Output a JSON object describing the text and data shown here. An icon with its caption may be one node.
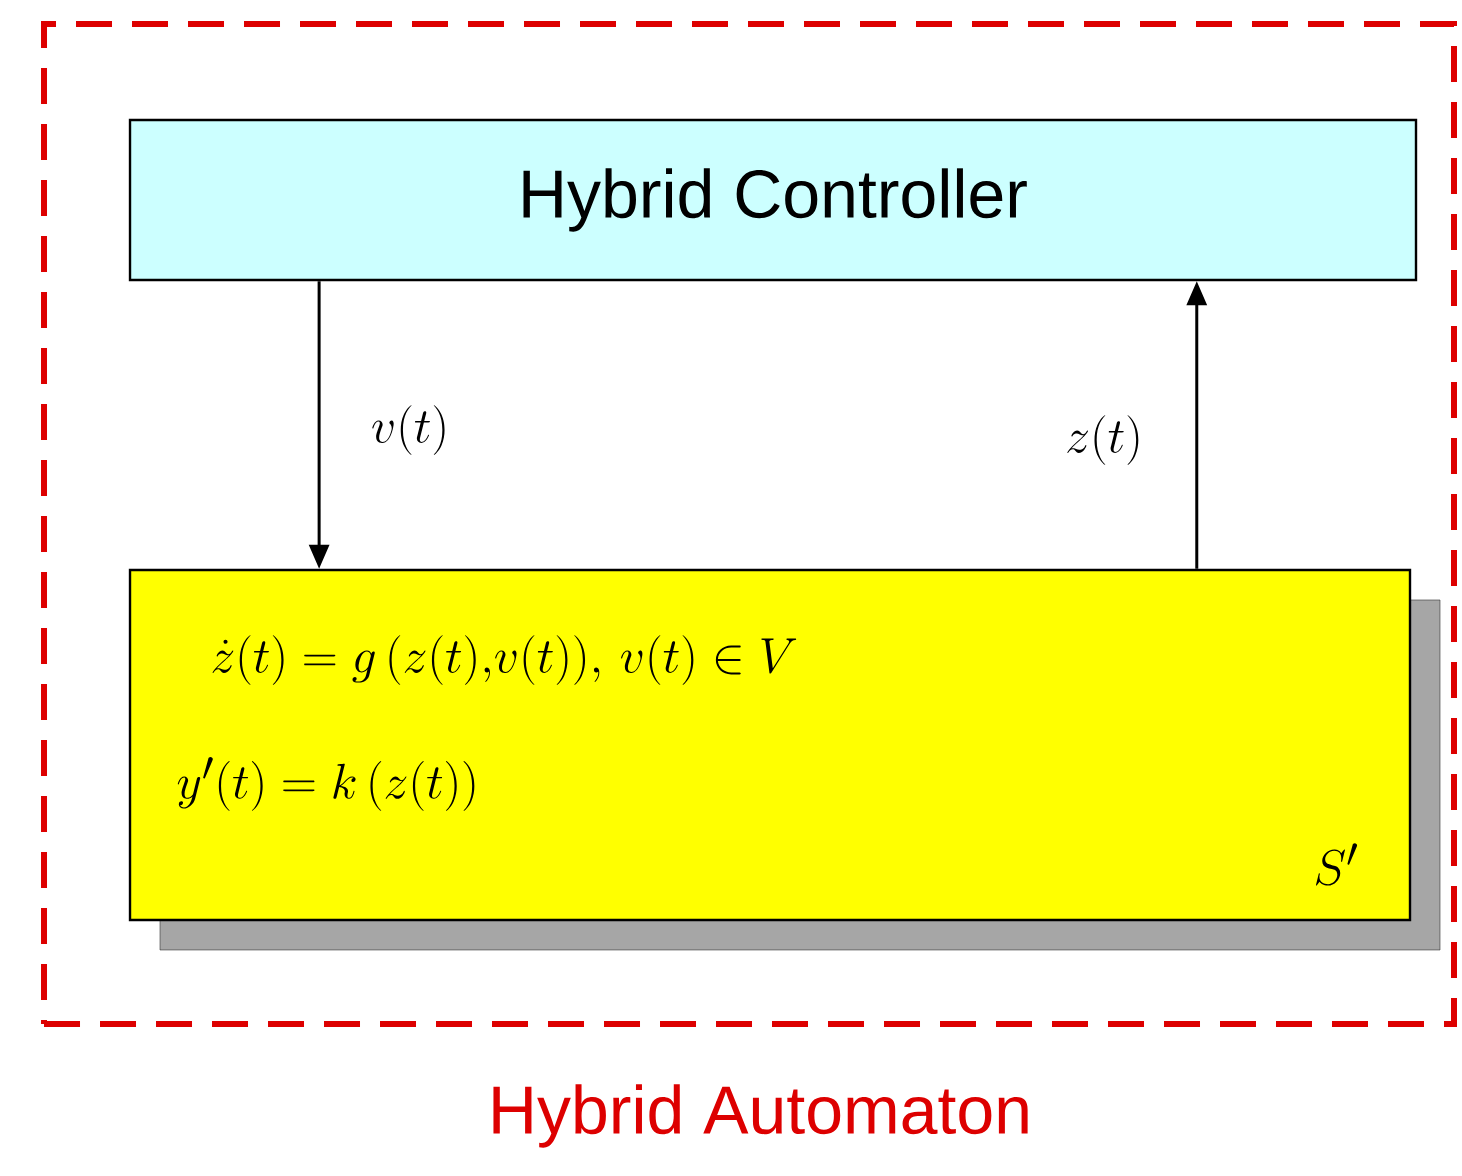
{
  "diagram": {
    "nodes": [
      {
        "text": [
          "Hybrid Automaton"
        ]
      },
      {
        "text": [
          "Hybrid Controller"
        ],
        "in": 0
      },
      {
        "text": [
          "\\dot{z}(t) = g\\,(z(t){,}v(t)),\\, v(t)\\in V",
          "y'(t) = k\\,(z(t))",
          "S'"
        ],
        "in": 0
      }
    ],
    "edges": [
      {
        "from": 1,
        "to": 2,
        "arrow": "to",
        "label": "v(t)"
      },
      {
        "from": 2,
        "to": 1,
        "arrow": "to",
        "label": "z(t)"
      }
    ]
  }
}
